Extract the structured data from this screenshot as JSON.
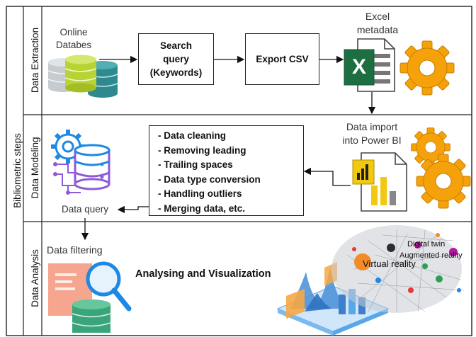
{
  "side_title": "Bibliometric steps",
  "lanes": [
    "Data Extraction",
    "Data Modeling",
    "Data Analysis"
  ],
  "extraction": {
    "db_label": "Online Databes",
    "search_box": [
      "Search",
      "query",
      "(Keywords)"
    ],
    "export_box": "Export CSV",
    "excel_label": [
      "Excel",
      "metadata"
    ],
    "excel_icon": "excel-icon",
    "gear_icon": "gear-icon"
  },
  "modeling": {
    "import_label": [
      "Data import",
      "into Power BI"
    ],
    "steps": [
      "- Data cleaning",
      "- Removing leading",
      "- Trailing spaces",
      "- Data type conversion",
      "- Handling outliers",
      "- Merging data, etc."
    ],
    "query_label": "Data query",
    "powerbi_icon": "power-bi-icon"
  },
  "analysis": {
    "filter_label": "Data filtering",
    "title": "Analysing and Visualization",
    "network_labels": [
      "Digital twin",
      "Augmented reality",
      "Virtual reality"
    ]
  },
  "colors": {
    "border": "#222222",
    "excel_green": "#1d6f42",
    "gear_orange": "#f5a20a",
    "db_green": "#b7d334",
    "db_teal": "#2f8a8f",
    "query_blue": "#1e88e5",
    "query_purple": "#8e5bd8",
    "powerbi_yellow": "#f2c811",
    "filter_salmon": "#f6a58e",
    "viz_blue": "#5aa7e8"
  }
}
